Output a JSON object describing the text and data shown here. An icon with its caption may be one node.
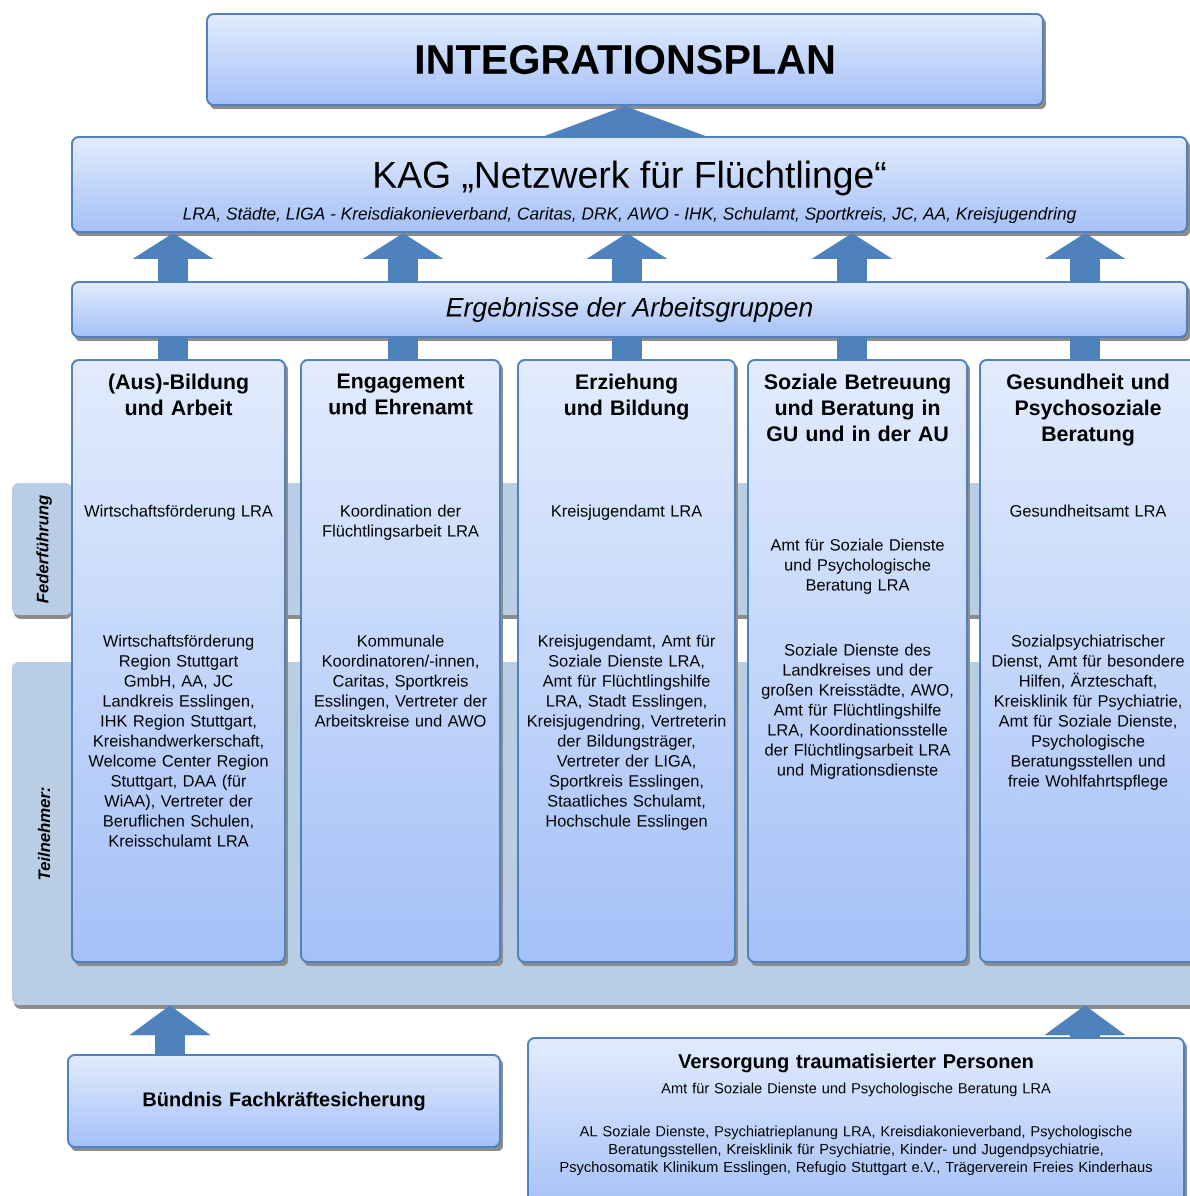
{
  "diagram": {
    "nodes": [
      {
        "text": [
          "INTEGRATIONSPLAN"
        ]
      },
      {
        "text": [
          "KAG „Netzwerk für Flüchtlinge“",
          "LRA, Städte, LIGA - Kreisdiakonieverband, Caritas, DRK, AWO - IHK, Schulamt, Sportkreis, JC, AA, Kreisjugendring"
        ]
      },
      {
        "text": [
          "Ergebnisse der Arbeitsgruppen"
        ]
      },
      {
        "text": [
          "Federführung"
        ]
      },
      {
        "text": [
          "Teilnehmer:"
        ]
      },
      {
        "text": [
          "(Aus)-Bildung und Arbeit",
          "Wirtschaftsförderung LRA",
          "Wirtschaftsförderung Region Stuttgart GmbH, AA, JC Landkreis Esslingen, IHK Region Stuttgart, Kreishandwerkerschaft, Welcome Center Region Stuttgart, DAA (für WiAA), Vertreter der Beruflichen Schulen, Kreisschulamt LRA"
        ]
      },
      {
        "text": [
          "Engagement und Ehrenamt",
          "Koordination der Flüchtlingsarbeit LRA",
          "Kommunale Koordinatoren/-innen, Caritas, Sportkreis Esslingen, Vertreter der Arbeitskreise und AWO"
        ]
      },
      {
        "text": [
          "Erziehung und Bildung",
          "Kreisjugendamt LRA",
          "Kreisjugendamt, Amt für Soziale Dienste LRA, Amt für Flüchtlingshilfe LRA, Stadt Esslingen, Kreisjugendring, Vertreterin der Bildungsträger, Vertreter der LIGA, Sportkreis Esslingen, Staatliches Schulamt, Hochschule Esslingen"
        ]
      },
      {
        "text": [
          "Soziale Betreuung und Beratung in GU und in der AU",
          "Amt für Soziale Dienste und Psychologische Beratung LRA",
          "Soziale Dienste des Landkreises und der großen Kreisstädte, AWO, Amt für Flüchtlingshilfe LRA, Koordinationsstelle der Flüchtlingsarbeit LRA und Migrationsdienste"
        ]
      },
      {
        "text": [
          "Gesundheit und Psychosoziale Beratung",
          "Gesundheitsamt LRA",
          "Sozialpsychiatrischer Dienst, Amt für besondere Hilfen, Ärzteschaft, Kreisklinik für Psychiatrie, Amt für Soziale Dienste, Psychologische Beratungsstellen und freie Wohlfahrtspflege"
        ]
      },
      {
        "text": [
          "Bündnis Fachkräftesicherung"
        ]
      },
      {
        "text": [
          "Versorgung traumatisierter Personen",
          "Amt für Soziale Dienste und Psychologische Beratung LRA",
          "AL Soziale Dienste, Psychiatrieplanung LRA, Kreisdiakonieverband, Psychologische Beratungsstellen, Kreisklinik für Psychiatrie, Kinder- und Jugendpsychiatrie, Psychosomatik Klinikum Esslingen, Refugio Stuttgart e.V., Trägerverein Freies Kinderhaus"
        ]
      }
    ],
    "edges": [
      {
        "from": 1,
        "to": 0,
        "arrow": "to"
      },
      {
        "from": 2,
        "to": 1,
        "arrow": "to"
      },
      {
        "from": 2,
        "to": 1,
        "arrow": "to"
      },
      {
        "from": 2,
        "to": 1,
        "arrow": "to"
      },
      {
        "from": 2,
        "to": 1,
        "arrow": "to"
      },
      {
        "from": 2,
        "to": 1,
        "arrow": "to"
      },
      {
        "from": 5,
        "to": 2,
        "arrow": "none"
      },
      {
        "from": 6,
        "to": 2,
        "arrow": "none"
      },
      {
        "from": 7,
        "to": 2,
        "arrow": "none"
      },
      {
        "from": 8,
        "to": 2,
        "arrow": "none"
      },
      {
        "from": 9,
        "to": 2,
        "arrow": "none"
      },
      {
        "from": 10,
        "to": 4,
        "arrow": "to"
      },
      {
        "from": 11,
        "to": 4,
        "arrow": "to"
      }
    ]
  }
}
